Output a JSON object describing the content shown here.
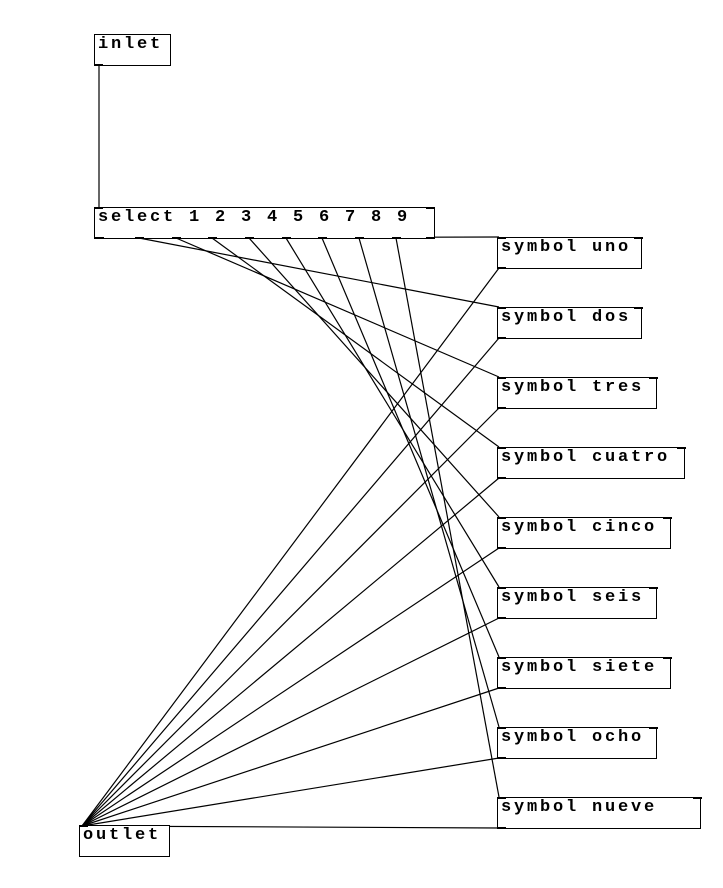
{
  "objects": {
    "inlet": "inlet",
    "select": "select 1 2 3 4 5 6 7 8 9",
    "outlet": "outlet",
    "symbols": [
      "symbol uno",
      "symbol dos",
      "symbol tres",
      "symbol cuatro",
      "symbol cinco",
      "symbol seis",
      "symbol siete",
      "symbol ocho",
      "symbol nueve"
    ]
  }
}
